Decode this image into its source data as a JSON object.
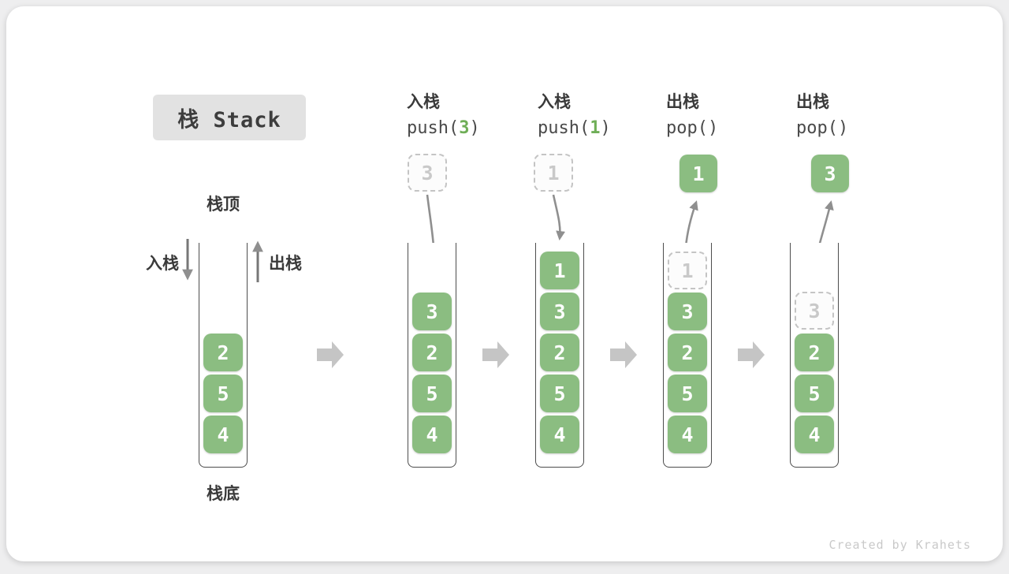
{
  "title": "栈 Stack",
  "watermark": "Created by Krahets",
  "first_stack": {
    "top_label": "栈顶",
    "bottom_label": "栈底",
    "push_label": "入栈",
    "pop_label": "出栈"
  },
  "stages": [
    {
      "items": [
        "2",
        "5",
        "4"
      ]
    },
    {
      "op_name": "入栈",
      "op_fn": "push(",
      "op_arg": "3",
      "op_close": ")",
      "pending": "3",
      "items": [
        "3",
        "2",
        "5",
        "4"
      ]
    },
    {
      "op_name": "入栈",
      "op_fn": "push(",
      "op_arg": "1",
      "op_close": ")",
      "pending": "1",
      "items": [
        "1",
        "3",
        "2",
        "5",
        "4"
      ]
    },
    {
      "op_name": "出栈",
      "op_fn": "pop()",
      "op_arg": "",
      "op_close": "",
      "popped": "1",
      "ghost": "1",
      "items": [
        "3",
        "2",
        "5",
        "4"
      ]
    },
    {
      "op_name": "出栈",
      "op_fn": "pop()",
      "op_arg": "",
      "op_close": "",
      "popped": "3",
      "ghost": "3",
      "items": [
        "2",
        "5",
        "4"
      ]
    }
  ],
  "colors": {
    "element_green": "#8bbd81",
    "code_arg_green": "#6fae57",
    "ghost_border": "#c4c4c4",
    "ghost_text": "#c9c9c9",
    "flow_arrow_gray": "#c5c5c5",
    "motion_arrow_gray": "#8f8f8f",
    "title_bg": "#e2e2e2",
    "text_dark": "#3a3a3a",
    "container_border": "#4d4d4d"
  },
  "icons": {
    "block_arrow": "right-block-arrow",
    "push_arrow": "down-arrow",
    "pop_arrow": "up-arrow"
  }
}
